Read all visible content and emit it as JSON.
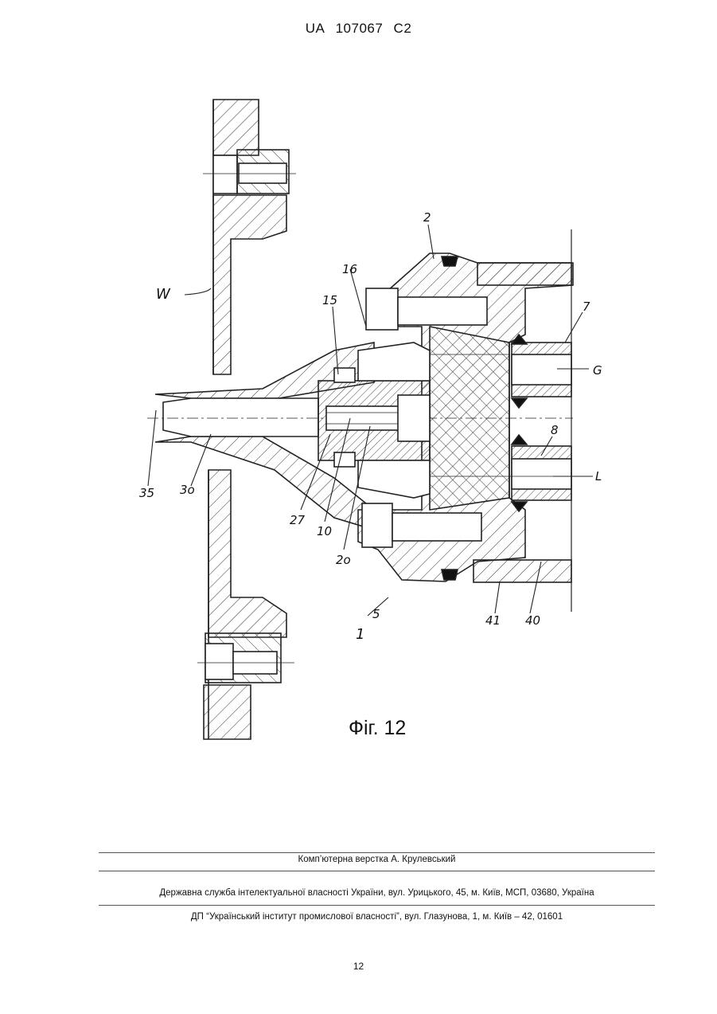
{
  "header": {
    "country": "UA",
    "patent_number": "107067",
    "kind_code": "C2"
  },
  "figure": {
    "caption": "Фіг. 12",
    "labels": {
      "l2": "2",
      "l16": "16",
      "l15": "15",
      "lW": "W",
      "l7": "7",
      "lG": "G",
      "l8": "8",
      "lL": "L",
      "l35": "35",
      "l30": "3o",
      "l27": "27",
      "l10": "10",
      "l20": "2o",
      "l5": "5",
      "l1": "1",
      "l41": "41",
      "l40": "40"
    }
  },
  "footer": {
    "layout_credit": "Комп’ютерна верстка А. Крулевський",
    "office": "Державна служба інтелектуальної власності України, вул. Урицького, 45, м. Київ, МСП, 03680, Україна",
    "institute": "ДП “Український інститут промислової власності”, вул. Глазунова, 1, м. Київ – 42, 01601",
    "page_number": "12"
  }
}
